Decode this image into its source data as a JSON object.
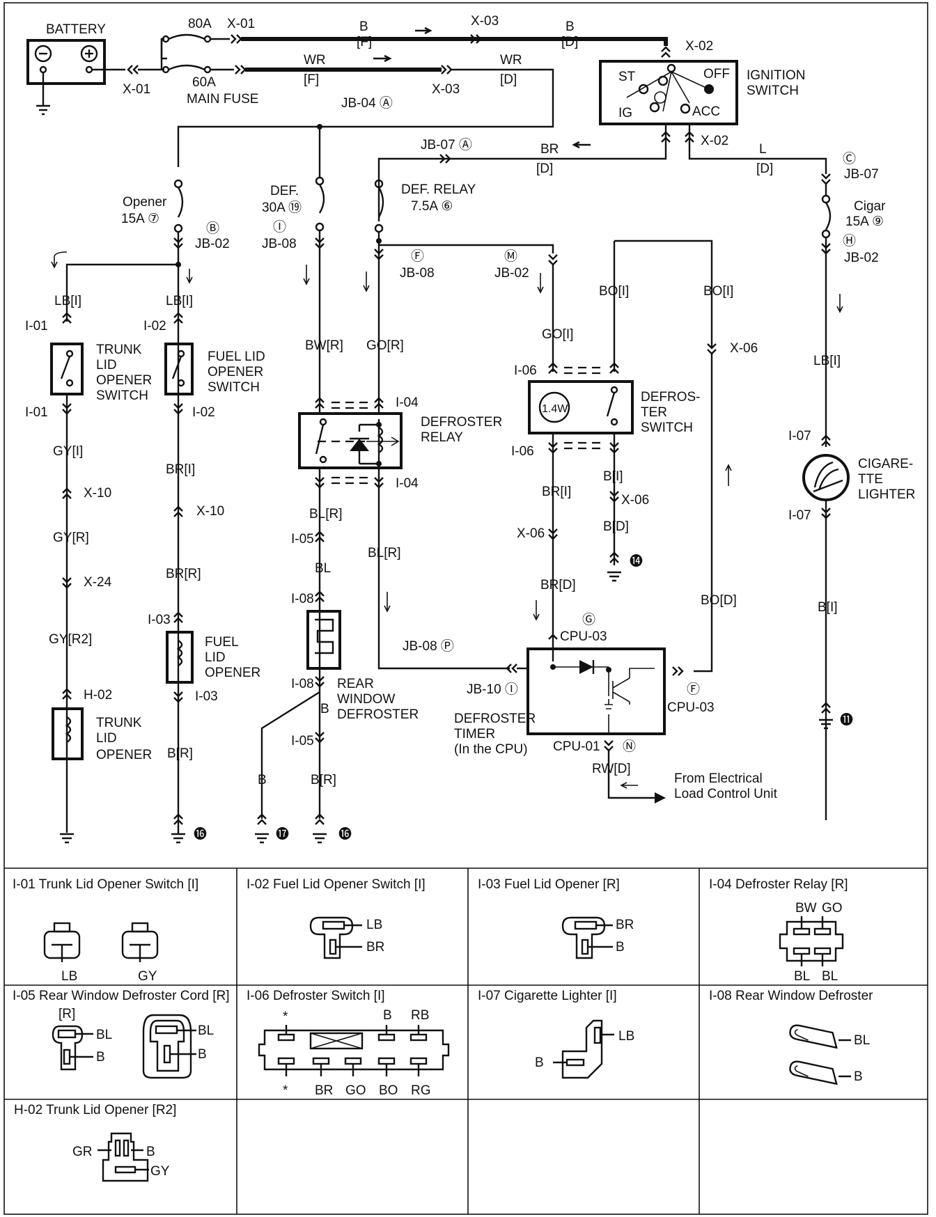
{
  "components": {
    "battery": "BATTERY",
    "main_fuse": "MAIN FUSE",
    "ignition_switch": [
      "IGNITION",
      "SWITCH"
    ],
    "ign_st": "ST",
    "ign_off": "OFF",
    "ign_ig1": "IG",
    "ign_acc": "ACC",
    "trunk_switch": [
      "TRUNK",
      "LID",
      "OPENER",
      "SWITCH"
    ],
    "fuel_switch": [
      "FUEL LID",
      "OPENER",
      "SWITCH"
    ],
    "fuel_opener": [
      "FUEL",
      "LID",
      "OPENER"
    ],
    "trunk_opener": [
      "TRUNK",
      "LID",
      "OPENER"
    ],
    "defroster_relay": [
      "DEFROSTER",
      "RELAY"
    ],
    "rear_defroster": [
      "REAR",
      "WINDOW",
      "DEFROSTER"
    ],
    "defroster_switch": [
      "DEFROS-",
      "TER",
      "SWITCH"
    ],
    "indicator": "1.4W",
    "cigarette_lighter": [
      "CIGARE-",
      "TTE",
      "LIGHTER"
    ],
    "defroster_timer": [
      "DEFROSTER",
      "TIMER",
      "(In the CPU)"
    ],
    "from_elcu": [
      "From Electrical",
      "Load Control Unit"
    ]
  },
  "fuses": {
    "f80": "80A",
    "f60": "60A",
    "opener": [
      "Opener",
      "15A ⑦"
    ],
    "def": [
      "DEF.",
      "30A ⑲"
    ],
    "def_relay": [
      "DEF. RELAY",
      "7.5A ⑥"
    ],
    "cigar": [
      "Cigar",
      "15A ⑨"
    ]
  },
  "wire_labels": {
    "b_f": [
      "B",
      "[F]"
    ],
    "b_d": [
      "B",
      "[D]"
    ],
    "wr_f": [
      "WR",
      "[F]"
    ],
    "wr_d": [
      "WR",
      "[D]"
    ],
    "br_d": [
      "BR",
      "[D]"
    ],
    "l_d": [
      "L",
      "[D]"
    ],
    "lb_i_1": "LB[I]",
    "lb_i_2": "LB[I]",
    "gy_i": "GY[I]",
    "gy_r": "GY[R]",
    "gy_r2": "GY[R2]",
    "br_i_fuel": "BR[I]",
    "br_r_fuel": "BR[R]",
    "b_r_fuel": "B[R]",
    "bw_r": "BW[R]",
    "go_r": "GO[R]",
    "bl_r_1": "BL[R]",
    "bl": "BL",
    "bl_r_2": "BL[R]",
    "b_mid": "B",
    "b_left": "B",
    "b_r_def": "B[R]",
    "go_i": "GO[I]",
    "bo_i_1": "BO[I]",
    "bo_i_2": "BO[I]",
    "br_i_sw": "BR[I]",
    "b_i_sw": "B[I]",
    "b_d_sw": "B[D]",
    "br_d_timer": "BR[D]",
    "bo_d": "BO[D]",
    "rw_d": "RW[D]",
    "lb_i_cig": "LB[I]",
    "b_i_cig": "B[I]"
  },
  "connectors": {
    "x01a": "X-01",
    "x01b": "X-01",
    "x02a": "X-02",
    "x02b": "X-02",
    "x03a": "X-03",
    "x03b": "X-03",
    "jb04": "JB-04 Ⓐ",
    "jb07a": "JB-07 Ⓐ",
    "jb07c": [
      "Ⓒ",
      "JB-07"
    ],
    "jb02b": [
      "Ⓑ",
      "JB-02"
    ],
    "jb08i": [
      "Ⓘ",
      "JB-08"
    ],
    "jb08f": [
      "Ⓕ",
      "JB-08"
    ],
    "jb02m": [
      "Ⓜ",
      "JB-02"
    ],
    "jb02h": [
      "Ⓗ",
      "JB-02"
    ],
    "i01a": "I-01",
    "i01b": "I-01",
    "i02a": "I-02",
    "i02b": "I-02",
    "i03a": "I-03",
    "i03b": "I-03",
    "i04a": "I-04",
    "i04b": "I-04",
    "i05a": "I-05",
    "i05b": "I-05",
    "i06a": "I-06",
    "i06b": "I-06",
    "i07a": "I-07",
    "i07b": "I-07",
    "i08a": "I-08",
    "i08b": "I-08",
    "x10a": "X-10",
    "x10b": "X-10",
    "x24": "X-24",
    "h02": "H-02",
    "x06a": "X-06",
    "x06b": "X-06",
    "x06c": "X-06",
    "cpu03g": [
      "Ⓖ",
      "CPU-03"
    ],
    "cpu03f": [
      "Ⓕ",
      "CPU-03"
    ],
    "cpu01": "CPU-01",
    "cpu01n": "Ⓝ",
    "jb08p": "JB-08 Ⓟ",
    "jb10": "JB-10 Ⓘ"
  },
  "grounds": {
    "g16a": "⓰",
    "g17": "⓱",
    "g16b": "⓰",
    "g14": "⓮",
    "g11": "⓫"
  },
  "legend": [
    {
      "title": "I-01  Trunk Lid Opener Switch [I]",
      "pins": [
        "LB",
        "GY"
      ]
    },
    {
      "title": "I-02  Fuel Lid Opener Switch [I]",
      "pins": [
        "LB",
        "BR"
      ]
    },
    {
      "title": "I-03  Fuel Lid Opener [R]",
      "pins": [
        "BR",
        "B"
      ]
    },
    {
      "title": "I-04  Defroster Relay [R]",
      "pins": [
        "BW",
        "GO",
        "BL",
        "BL"
      ]
    },
    {
      "title": "I-05  Rear Window Defroster Cord [R]",
      "pins": [
        "[R]",
        "BL",
        "B",
        "BL",
        "B"
      ]
    },
    {
      "title": "I-06  Defroster Switch [I]",
      "pins": [
        "*",
        "B",
        "RB",
        "*",
        "BR",
        "GO",
        "BO",
        "RG"
      ]
    },
    {
      "title": "I-07  Cigarette Lighter [I]",
      "pins": [
        "LB",
        "B"
      ]
    },
    {
      "title": "I-08  Rear Window Defroster",
      "pins": [
        "BL",
        "B"
      ]
    },
    {
      "title": "H-02  Trunk Lid Opener [R2]",
      "pins": [
        "GR",
        "B",
        "GY"
      ]
    }
  ]
}
